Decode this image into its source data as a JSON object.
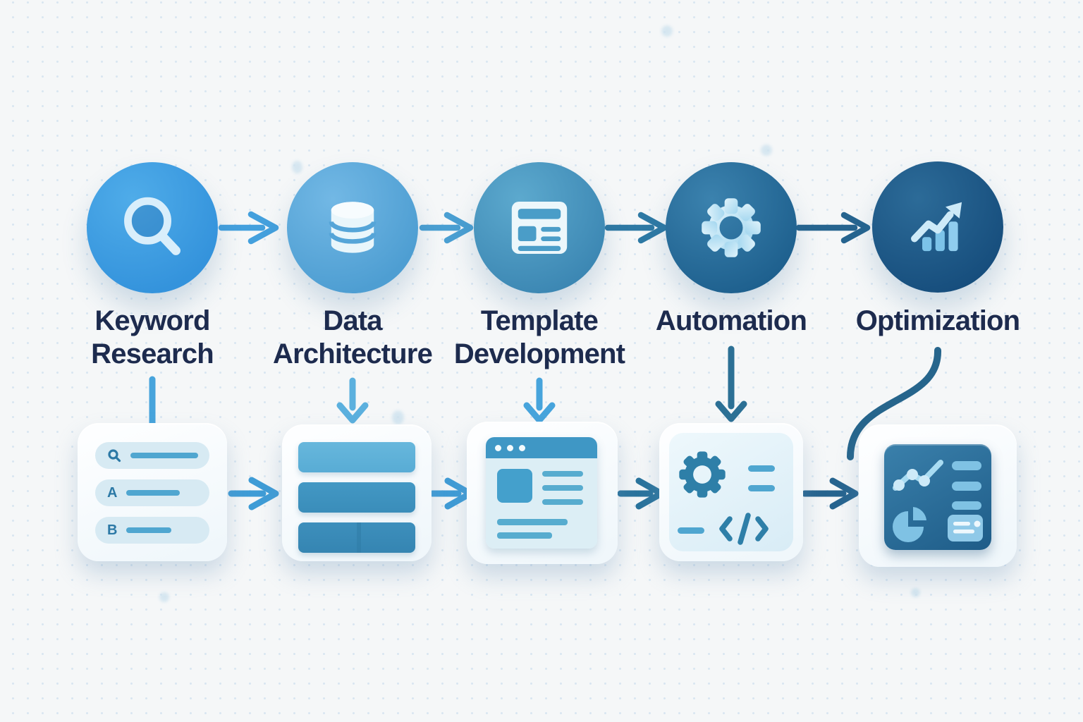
{
  "diagram": {
    "type": "workflow-flowchart",
    "background_color": "#f5f7f8",
    "dot_grid_color": "#d9e6f1",
    "label_color": "#1d2b4e"
  },
  "steps": [
    {
      "label": "Keyword Research",
      "icon": "magnifier-icon",
      "circle_color": "#3f9fe2"
    },
    {
      "label": "Data Architecture",
      "icon": "database-icon",
      "circle_color": "#58a8da"
    },
    {
      "label": "Template Development",
      "icon": "template-icon",
      "circle_color": "#4493bd"
    },
    {
      "label": "Automation",
      "icon": "gear-icon",
      "circle_color": "#2a6f9c"
    },
    {
      "label": "Optimization",
      "icon": "trend-up-icon",
      "circle_color": "#1f5a87"
    }
  ],
  "detail_cards": [
    {
      "name": "keyword-list-card",
      "icon": "search-result-list",
      "row_markers": [
        "magnifier",
        "A",
        "B"
      ]
    },
    {
      "name": "data-stack-card",
      "icon": "stacked-data-rows"
    },
    {
      "name": "template-preview-card",
      "icon": "browser-window"
    },
    {
      "name": "automation-code-card",
      "icon": "gear-and-code"
    },
    {
      "name": "analytics-dashboard-card",
      "icon": "analytics-dashboard"
    }
  ],
  "connectors": [
    "keyword-to-data-arrow",
    "data-to-template-arrow",
    "template-to-automation-arrow",
    "automation-to-optimization-arrow",
    "keyword-down-line",
    "data-down-arrow",
    "template-down-arrow",
    "automation-down-arrow",
    "optimization-curve-connector",
    "card1-to-card2-arrow",
    "card2-to-card3-arrow",
    "card3-to-card4-arrow",
    "card4-to-card5-arrow"
  ],
  "arrow_colors": {
    "light_blue": "#47a4dc",
    "mid_blue": "#3f9cd6",
    "teal_blue": "#2e79a4",
    "dark_blue": "#26648f"
  }
}
